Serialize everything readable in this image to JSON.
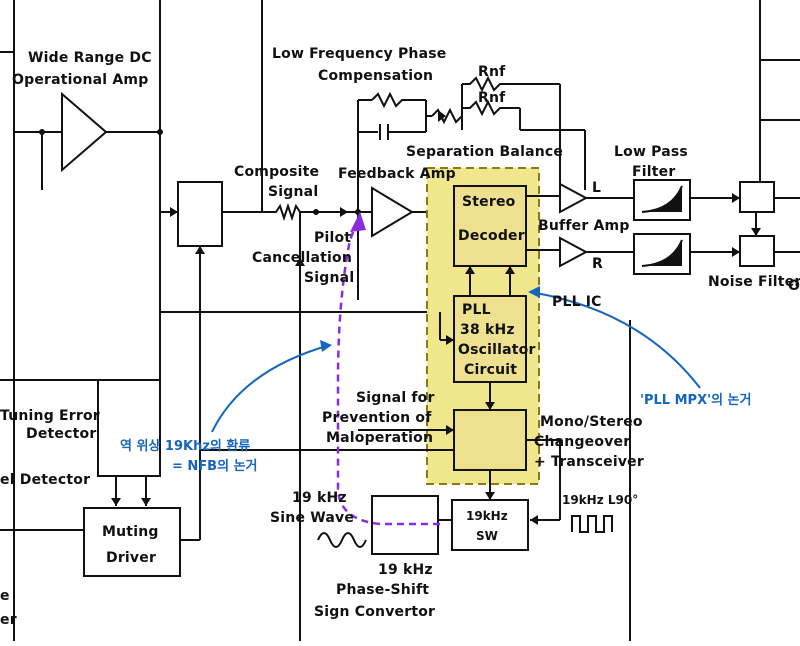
{
  "colors": {
    "ic_fill": "#f0e68c",
    "ic_border": "#8a7a10",
    "nfb_path": "#8a2be2",
    "annotation": "#1565c0",
    "lines": "#111111"
  },
  "labels": {
    "wide_range": "Wide Range DC",
    "operational_amp": "Operational Amp",
    "lf_phase": "Low Frequency Phase",
    "compensation": "Compensation",
    "rnf1": "Rnf",
    "rnf2": "Rnf",
    "separation_balance": "Separation Balance",
    "low_pass": "Low Pass",
    "filter": "Filter",
    "composite": "Composite",
    "signal": "Signal",
    "feedback_amp": "Feedback Amp",
    "stereo": "Stereo",
    "decoder": "Decoder",
    "buffer_amp": "Buffer Amp",
    "out_l": "L",
    "out_r": "R",
    "noise_filter": "Noise Filter",
    "pilot": "Pilot",
    "cancellation": "Cancellation",
    "signal2": "Signal",
    "pll_ic": "PLL IC",
    "pll": "PLL",
    "khz38": "38 kHz",
    "oscillator": "Oscillator",
    "circuit": "Circuit",
    "signal_for": "Signal for",
    "prevention_of": "Prevention of",
    "maloperation": "Maloperation",
    "mono_stereo": "Mono/Stereo",
    "changeover": "Changeover",
    "transceiver": "+ Transceiver",
    "tuning_error": "Tuning Error",
    "detector": "Detector",
    "level_detector": "el Detector",
    "muting": "Muting",
    "driver": "Driver",
    "khz19_1": "19 kHz",
    "sine_wave": "Sine Wave",
    "khz19_2": "19 kHz",
    "phase_shift": "Phase-Shift",
    "sign_convertor": "Sign Convertor",
    "sw19a": "19kHz",
    "sw19b": "SW",
    "khz19_l90": "19kHz L90°",
    "edge_e": "e",
    "edge_er": "er",
    "edge_o": "O"
  },
  "annotations": {
    "nfb_line1": "역 위상 19Khz의 환류",
    "nfb_line2": "= NFB의 논거",
    "pll_mpx": "'PLL MPX'의 논거"
  }
}
